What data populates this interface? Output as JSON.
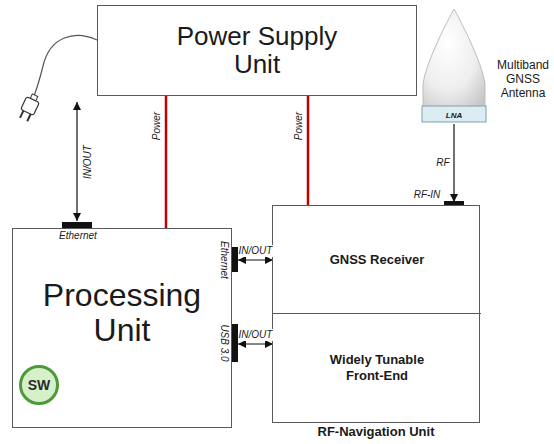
{
  "diagram": {
    "nodes": [
      {
        "text": [
          "Power Supply Unit"
        ]
      },
      {
        "text": [
          "LNA",
          "Multiband GNSS Antenna"
        ]
      },
      {
        "text": [
          "Processing Unit"
        ]
      },
      {
        "text": [
          "SW"
        ],
        "in": 2
      },
      {
        "text": [
          "RF-Navigation Unit"
        ]
      },
      {
        "text": [
          "GNSS Receiver"
        ],
        "in": 4
      },
      {
        "text": [
          "Widely Tunable Front-End"
        ],
        "in": 4
      }
    ],
    "edges": [
      {
        "from": 0,
        "to": 2,
        "arrow": "none",
        "label": "Power"
      },
      {
        "from": 0,
        "to": 4,
        "arrow": "none",
        "label": "Power"
      },
      {
        "from": 1,
        "to": 5,
        "arrow": "to",
        "label": "RF"
      },
      {
        "from": 5,
        "to": 2,
        "arrow": "both",
        "label": "IN/OUT"
      },
      {
        "from": 6,
        "to": 2,
        "arrow": "both",
        "label": "IN/OUT"
      }
    ],
    "labels": [
      "IN/OUT",
      "Ethernet",
      "Ethernet",
      "USB 3.0",
      "RF-IN"
    ]
  }
}
